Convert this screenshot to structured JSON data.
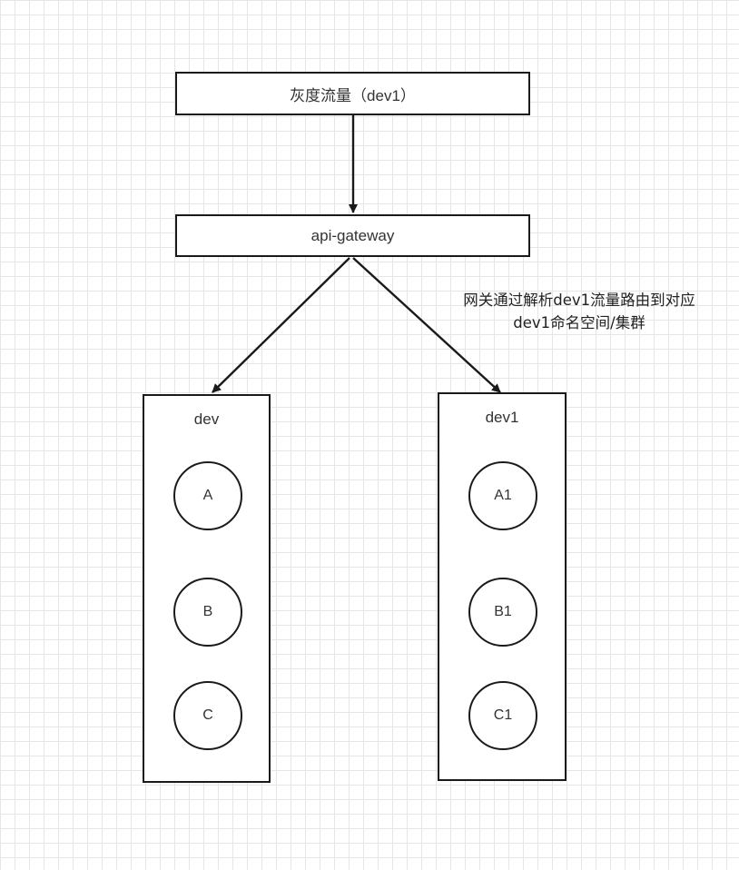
{
  "nodes": {
    "traffic": "灰度流量（dev1）",
    "gateway": "api-gateway"
  },
  "annotation": {
    "line1": "网关通过解析dev1流量路由到对应",
    "line2": "dev1命名空间/集群"
  },
  "groups": {
    "dev": {
      "label": "dev",
      "services": [
        "A",
        "B",
        "C"
      ]
    },
    "dev1": {
      "label": "dev1",
      "services": [
        "A1",
        "B1",
        "C1"
      ]
    }
  },
  "colors": {
    "stroke": "#1a1a1a",
    "grid": "#e6e6e6",
    "background": "#ffffff"
  }
}
